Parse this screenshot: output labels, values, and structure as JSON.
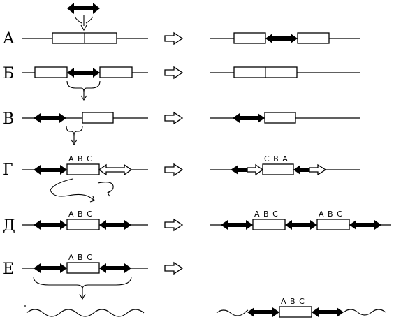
{
  "rows": [
    {
      "id": "a",
      "label": "А"
    },
    {
      "id": "b",
      "label": "Б"
    },
    {
      "id": "v",
      "label": "В"
    },
    {
      "id": "g",
      "label": "Г",
      "genes_left": "A B C",
      "genes_right": "C B A"
    },
    {
      "id": "d",
      "label": "Д",
      "genes_left": "A B C",
      "genes_right_1": "A B C",
      "genes_right_2": "A B C"
    },
    {
      "id": "e",
      "label": "Е",
      "genes_left": "A B C",
      "genes_result": "A B C"
    }
  ]
}
